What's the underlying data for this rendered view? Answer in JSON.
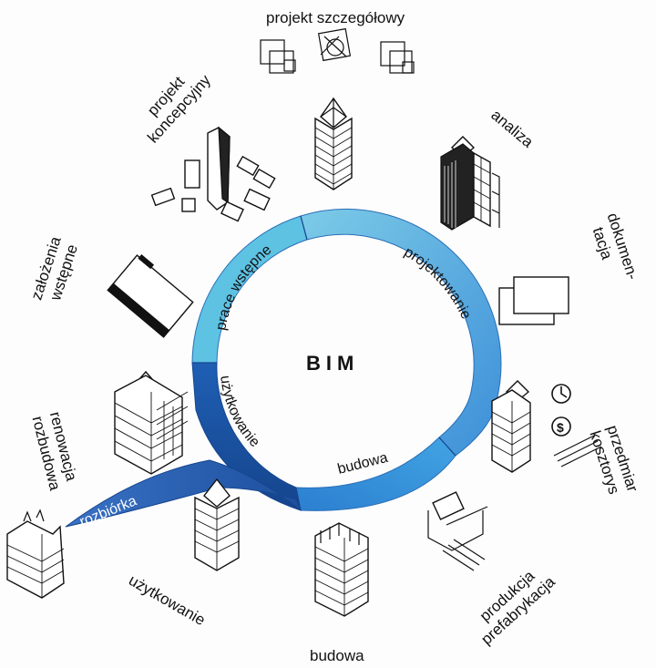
{
  "center": {
    "title": "BIM"
  },
  "ring_labels": {
    "prace": "prace wstępne",
    "projektowanie": "projektowanie",
    "budowa": "budowa",
    "uzytkowanie": "użytkowanie",
    "rozbiorka": "rozbiórka"
  },
  "outer_labels": {
    "projekt_szczegolowy": "projekt szczegółowy",
    "projekt_line1": "projekt",
    "projekt_line2": "koncepcyjny",
    "analiza": "analiza",
    "dokumentacja_line1": "dokumen-",
    "dokumentacja_line2": "tacja",
    "zalozenia_line1": "założenia",
    "zalozenia_line2": "wstępne",
    "przedmiar_line1": "przedmiar",
    "przedmiar_line2": "kosztorys",
    "renowacja_line1": "renowacja",
    "renowacja_line2": "rozbudowa",
    "produkcja_line1": "produkcja",
    "produkcja_line2": "prefabrykacja",
    "uzytkowanie": "użytkowanie",
    "budowa": "budowa"
  },
  "colors": {
    "ring_light": "#5bc0de",
    "ring_mid": "#4aa3df",
    "ring_blue": "#3a8fd6",
    "ring_dark": "#1f5fb0",
    "ring_darkest": "#17468f",
    "rozbiorka": "#1f4e9f"
  },
  "icons": [
    "clock-icon",
    "dollar-icon"
  ]
}
